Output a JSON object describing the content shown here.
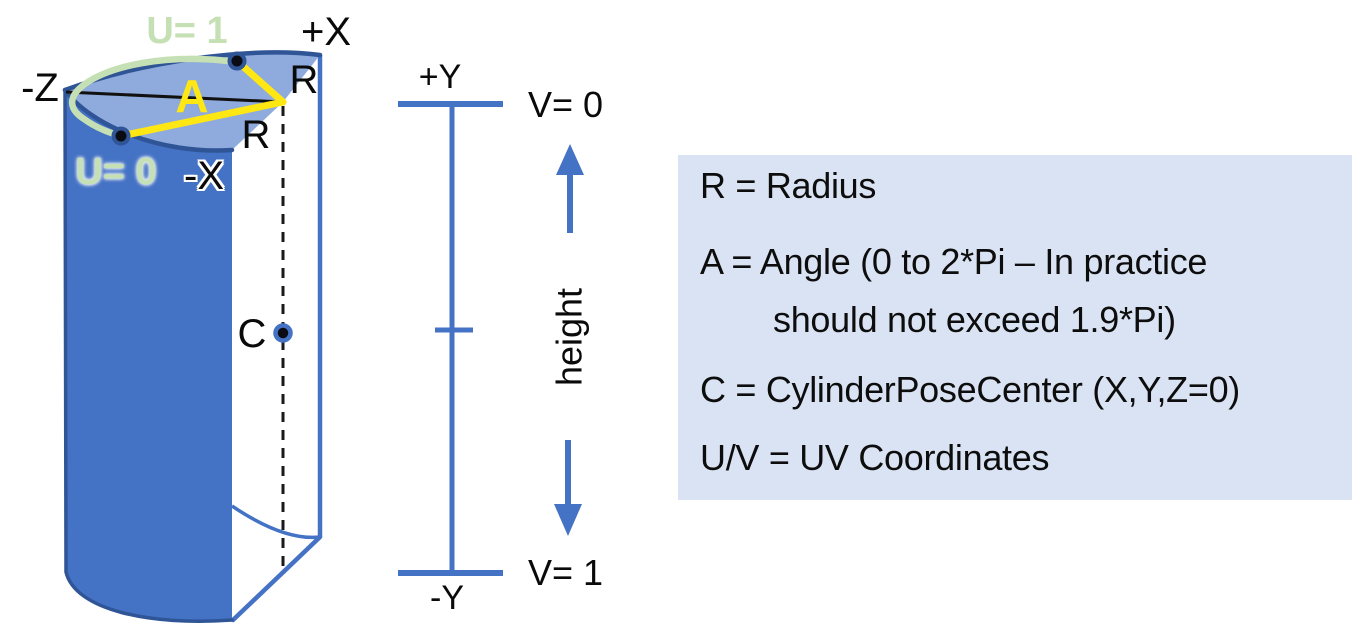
{
  "figure": {
    "cylinder_labels": {
      "u1": "U= 1",
      "u0": "U= 0",
      "plus_x": "+X",
      "minus_x": "-X",
      "minus_z": "-Z",
      "r_top": "R",
      "r_side": "R",
      "angle": "A",
      "center": "C"
    },
    "axis_labels": {
      "plus_y": "+Y",
      "minus_y": "-Y",
      "v0": "V= 0",
      "v1": "V= 1",
      "height": "height"
    },
    "colors": {
      "cylinder_side": "#4472c4",
      "cylinder_top": "#8faadc",
      "dark_outline": "#2f5597",
      "cut_line_blue": "#4472c4",
      "uv_seam_green": "#c5e0b4",
      "angle_yellow": "#ffe713",
      "axis_blue": "#4472c4",
      "legend_bg": "#dae3f3"
    }
  },
  "legend": {
    "items": [
      {
        "text": "R = Radius"
      },
      {
        "text": "A = Angle (0 to 2*Pi – In practice",
        "text2": "should not exceed 1.9*Pi)"
      },
      {
        "text": "C = CylinderPoseCenter (X,Y,Z=0)"
      },
      {
        "text": "U/V = UV Coordinates"
      }
    ]
  }
}
